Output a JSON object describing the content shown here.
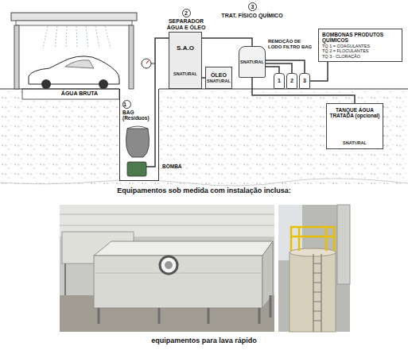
{
  "diagram": {
    "title": "Equipamentos sob medida com instalação inclusa:",
    "caption": "equipamentos para lava rápido",
    "nodes": [
      {
        "text": [
          "1",
          "BAG (Resíduos)"
        ]
      },
      {
        "text": [
          "2",
          "SEPARADOR ÁGUA E ÓLEO",
          "S.A.O",
          "SNATURAL"
        ]
      },
      {
        "text": [
          "ÓLEO",
          "SNATURAL"
        ]
      },
      {
        "text": [
          "REMOÇÃO DE LODO FILTRO BAG",
          "SNATURAL"
        ]
      },
      {
        "text": [
          "1"
        ]
      },
      {
        "text": [
          "2"
        ]
      },
      {
        "text": [
          "3"
        ]
      },
      {
        "text": [
          "BOMBONAS PRODUTOS QUÍMICOS",
          "TQ 1 = COAGULANTES",
          "TQ 2 = FLOCULANTES",
          "TQ 3 - CLORAÇÃO"
        ]
      },
      {
        "text": [
          "TANQUE ÁGUA TRATADA (opcional)",
          "SNATURAL"
        ]
      }
    ],
    "edges": [
      {
        "from": 0,
        "to": 1,
        "arrow": "none"
      },
      {
        "from": 1,
        "to": 2,
        "arrow": "none"
      },
      {
        "from": 1,
        "to": 3,
        "arrow": "none"
      },
      {
        "from": 4,
        "to": 3,
        "arrow": "none"
      },
      {
        "from": 5,
        "to": 3,
        "arrow": "none"
      },
      {
        "from": 6,
        "to": 3,
        "arrow": "none"
      },
      {
        "from": 3,
        "to": 8,
        "arrow": "none"
      },
      {
        "from": 7,
        "to": 6,
        "arrow": "none"
      }
    ],
    "labels": [
      "ÁGUA BRUTA",
      "BOMBA",
      "3",
      "TRAT. FÍSICO QUÍMICO"
    ]
  }
}
